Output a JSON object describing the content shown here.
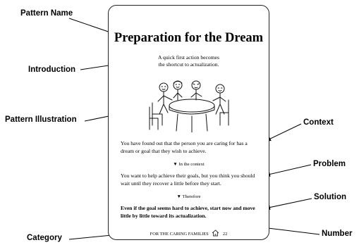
{
  "callouts": {
    "pattern_name": "Pattern Name",
    "introduction": "Introduction",
    "pattern_illustration": "Pattern Illustration",
    "context": "Context",
    "problem": "Problem",
    "solution": "Solution",
    "category": "Category",
    "number": "Number"
  },
  "card": {
    "title": "Preparation for the Dream",
    "intro_line1": "A quick first action becomes",
    "intro_line2": "the shortcut to actualization.",
    "context_text": "You have found out that the person you are caring for has a dream or goal that they wish to achieve.",
    "marker_context": "▼ In the context",
    "problem_text": "You want to help achieve their goals, but you think you should wait until they recover a little before they start.",
    "marker_therefore": "▼ Therefore",
    "solution_text": "Even if the goal seems hard to achieve, start now and move little by little toward its actualization.",
    "category_label": "FOR THE CARING FAMILIES",
    "pattern_number": "22"
  }
}
